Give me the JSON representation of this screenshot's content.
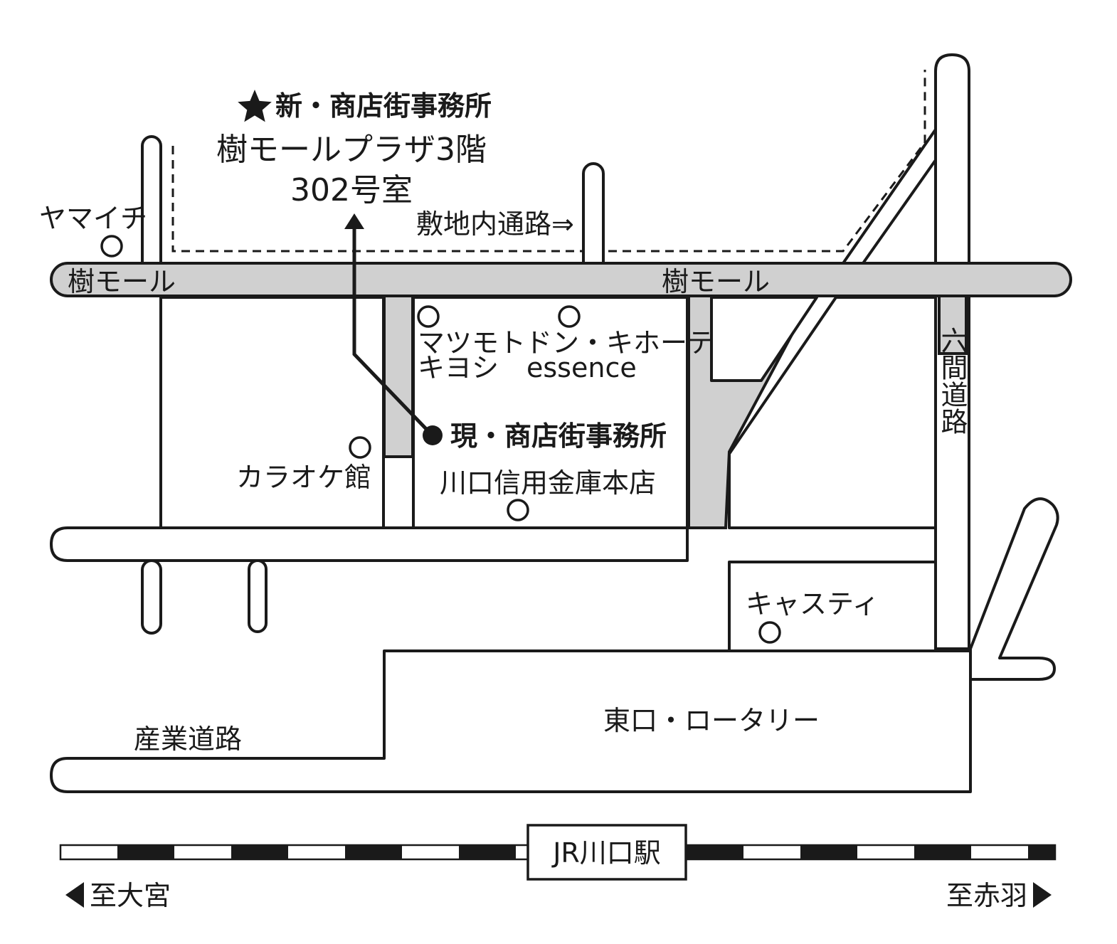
{
  "new_office": {
    "icon": "star-icon",
    "title": "新・商店街事務所",
    "building": "樹モールプラザ3階",
    "room": "302号室"
  },
  "current_office": {
    "icon": "filled-circle-icon",
    "title": "現・商店街事務所"
  },
  "roads": {
    "mall_left": "樹モール",
    "mall_right": "樹モール",
    "private_path": "敷地内通路⇒",
    "rokken_road": "六間道路",
    "sangyo_road": "産業道路"
  },
  "places": {
    "yamaichi": "ヤマイチ",
    "matsumoto_line1": "マツモト",
    "matsumoto_line2": "キヨシ",
    "donki_line1": "ドン・キホーテ",
    "donki_line2": "essence",
    "karaoke": "カラオケ館",
    "kawaguchi_shinyo": "川口信用金庫本店",
    "casty": "キャスティ",
    "rotary": "東口・ロータリー"
  },
  "railway": {
    "station": "JR川口駅",
    "left_direction": "至大宮",
    "right_direction": "至赤羽"
  },
  "colors": {
    "line": "#1a1a1a",
    "mall_fill": "#d0d0d0",
    "background": "#ffffff"
  }
}
